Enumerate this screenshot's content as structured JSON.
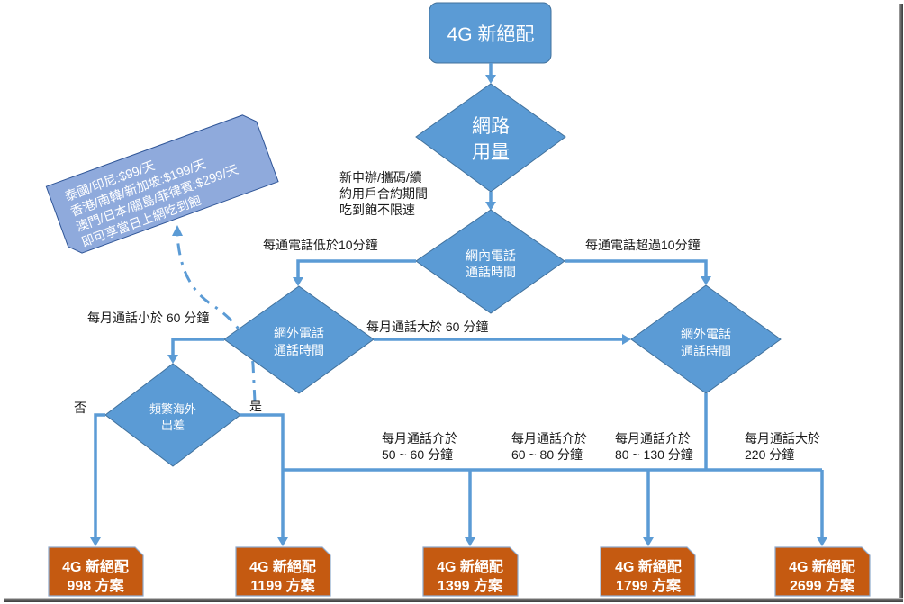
{
  "start": {
    "label": "4G 新絕配"
  },
  "decisions": {
    "network_usage": {
      "line1": "網路",
      "line2": "用量"
    },
    "onnet_call_time": {
      "line1": "網內電話",
      "line2": "通話時間"
    },
    "offnet_call_time_low": {
      "line1": "網外電話",
      "line2": "通話時間"
    },
    "offnet_call_time_high": {
      "line1": "網外電話",
      "line2": "通話時間"
    },
    "frequent_overseas": {
      "line1": "頻繁海外",
      "line2": "出差"
    }
  },
  "labels": {
    "unlimited_data": {
      "line1": "新申辦/攜碼/續",
      "line2": "約用戶合約期間",
      "line3": "吃到飽不限速"
    },
    "per_call_under_10": "每通電話低於10分鐘",
    "per_call_over_10": "每通電話超過10分鐘",
    "monthly_under_60": "每月通話小於 60 分鐘",
    "monthly_over_60": "每月通話大於 60 分鐘",
    "no": "否",
    "yes": "是",
    "range_50_60": {
      "line1": "每月通話介於",
      "line2": "50 ~ 60 分鐘"
    },
    "range_60_80": {
      "line1": "每月通話介於",
      "line2": "60 ~ 80 分鐘"
    },
    "range_80_130": {
      "line1": "每月通話介於",
      "line2": "80 ~ 130 分鐘"
    },
    "over_220": {
      "line1": "每月通話大於",
      "line2": "220 分鐘"
    }
  },
  "roaming_note": {
    "lines": [
      "泰國/印尼:$99/天",
      "香港/南韓/新加坡:$199/天",
      "澳門/日本/關島/菲律賓:$299/天",
      "即可享當日上網吃到飽"
    ]
  },
  "plans": [
    {
      "name": "4G 新絕配",
      "price": "998 方案"
    },
    {
      "name": "4G 新絕配",
      "price": "1199 方案"
    },
    {
      "name": "4G 新絕配",
      "price": "1399 方案"
    },
    {
      "name": "4G 新絕配",
      "price": "1799 方案"
    },
    {
      "name": "4G 新絕配",
      "price": "2699 方案"
    }
  ],
  "colors": {
    "flow_blue": "#5B9BD5",
    "flow_border": "#41719C",
    "note_fill": "#8FAADC",
    "note_border": "#2F5597",
    "plan_fill": "#C55A11",
    "plan_border": "#8DA9CC"
  }
}
